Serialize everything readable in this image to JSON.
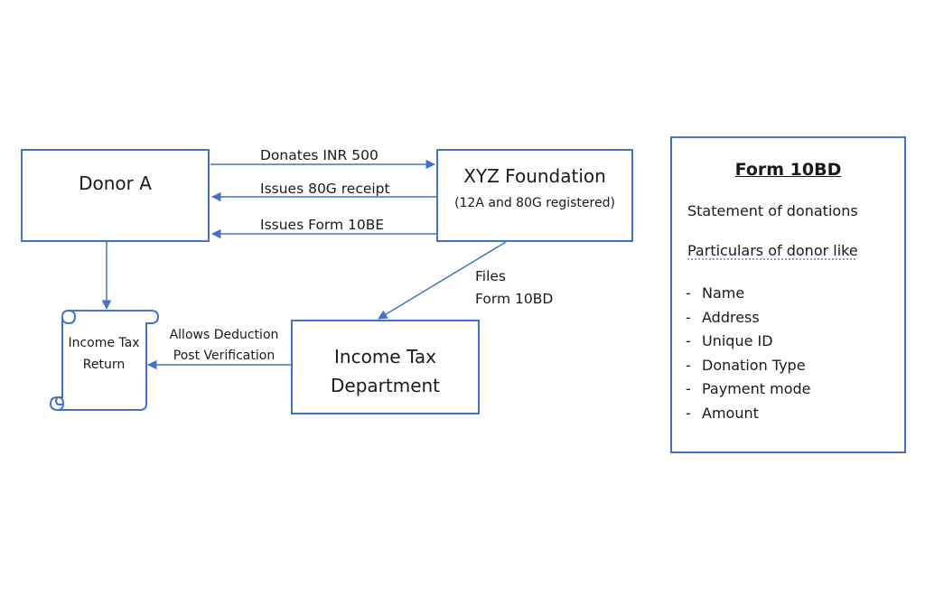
{
  "nodes": {
    "donor": {
      "label": "Donor A"
    },
    "foundation": {
      "label": "XYZ Foundation",
      "sublabel": "(12A and 80G registered)"
    },
    "income_tax_department": {
      "label": "Income Tax Department"
    },
    "itr": {
      "label": "Income Tax Return"
    }
  },
  "edges": {
    "donates": "Donates INR 500",
    "issues_80g": "Issues 80G receipt",
    "issues_10be": "Issues Form 10BE",
    "files_10bd_line1": "Files",
    "files_10bd_line2": "Form 10BD",
    "allows_deduction_line1": "Allows Deduction",
    "allows_deduction_line2": "Post Verification"
  },
  "form_10bd": {
    "heading": "Form 10BD",
    "statement": "Statement of donations",
    "particulars": "Particulars of donor like",
    "items": [
      "Name",
      "Address",
      "Unique ID",
      "Donation Type",
      "Payment mode",
      "Amount"
    ]
  },
  "colors": {
    "accent": "#4472c4",
    "text": "#1a1a1a",
    "background": "#ffffff"
  }
}
